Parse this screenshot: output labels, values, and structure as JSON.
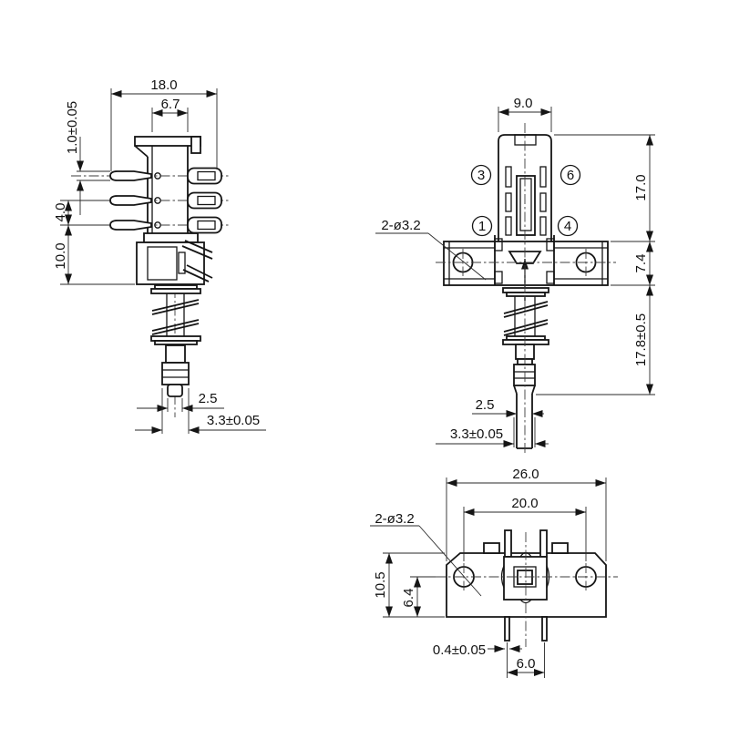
{
  "drawing": {
    "type": "engineering-drawing",
    "component": "push-button switch, three orthographic views",
    "colors": {
      "line": "#151515",
      "background": "#ffffff"
    },
    "views": {
      "side": {
        "label": "side view",
        "dims": {
          "overall_width": "18.0",
          "inner_width": "6.7",
          "pin_thickness": "1.0±0.05",
          "pin_pitch": "4.0",
          "body_depth": "10.0",
          "tip_diameter": "2.5",
          "tip_section": "3.3±0.05"
        }
      },
      "front": {
        "label": "front view",
        "dims": {
          "head_width": "9.0",
          "body_height": "17.0",
          "bracket_height": "7.4",
          "shaft_length": "17.8±0.5",
          "mount_holes": "2-ø3.2",
          "tip_diameter": "2.5",
          "tip_section": "3.3±0.05"
        },
        "callouts": [
          "3",
          "6",
          "1",
          "4"
        ]
      },
      "bottom": {
        "label": "bottom view",
        "dims": {
          "overall_width": "26.0",
          "hole_spacing": "20.0",
          "mount_holes": "2-ø3.2",
          "plate_depth": "10.5",
          "hole_offset": "6.4",
          "pin_thickness": "0.4±0.05",
          "pin_spacing": "6.0"
        }
      }
    }
  }
}
